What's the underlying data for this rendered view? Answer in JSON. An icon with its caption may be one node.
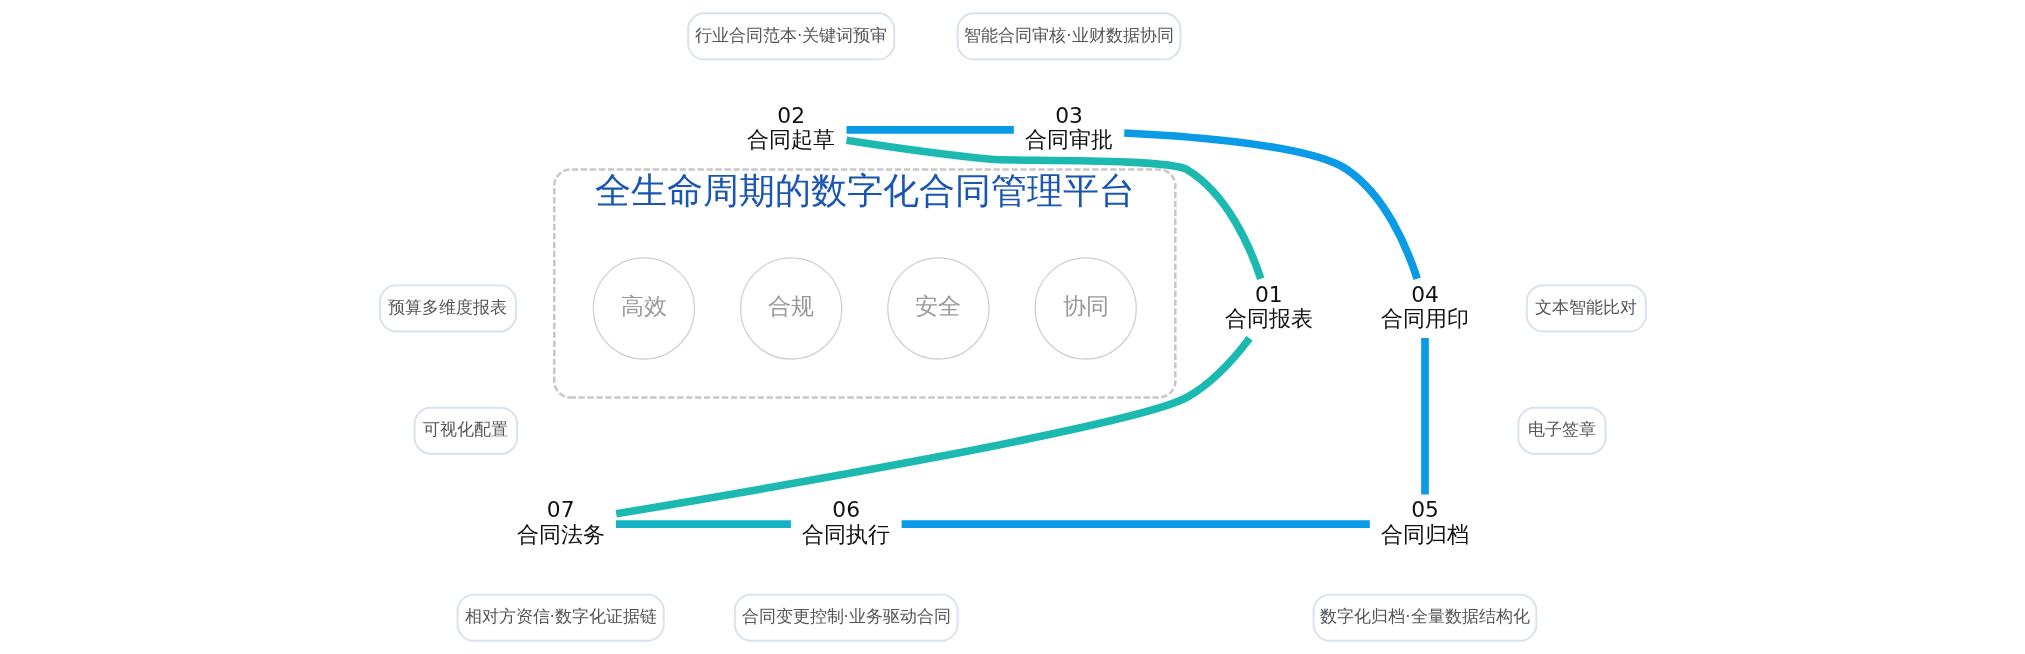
{
  "diagram": {
    "nodes": [
      {
        "text": [
          "行业合同范本·关键词预审"
        ]
      },
      {
        "text": [
          "智能合同审核·业财数据协同"
        ]
      },
      {
        "text": [
          "02",
          "合同起草"
        ]
      },
      {
        "text": [
          "03",
          "合同审批"
        ]
      },
      {
        "text": [
          "预算多维度报表"
        ]
      },
      {
        "text": [
          "可视化配置"
        ]
      },
      {
        "text": [
          "01",
          "合同报表"
        ]
      },
      {
        "text": [
          "全生命周期的数字化合同管理平台"
        ]
      },
      {
        "text": [
          "高效"
        ],
        "in": 7
      },
      {
        "text": [
          "合规"
        ],
        "in": 7
      },
      {
        "text": [
          "安全"
        ],
        "in": 7
      },
      {
        "text": [
          "协同"
        ],
        "in": 7
      },
      {
        "text": [
          "04",
          "合同用印"
        ]
      },
      {
        "text": [
          "文本智能比对"
        ]
      },
      {
        "text": [
          "电子签章"
        ]
      },
      {
        "text": [
          "07",
          "合同法务"
        ]
      },
      {
        "text": [
          "06",
          "合同执行"
        ]
      },
      {
        "text": [
          "05",
          "合同归档"
        ]
      },
      {
        "text": [
          "相对方资信·数字化证据链"
        ]
      },
      {
        "text": [
          "合同变更控制·业务驱动合同"
        ]
      },
      {
        "text": [
          "数字化归档·全量数据结构化"
        ]
      }
    ],
    "edges": [
      {
        "from": 6,
        "to": 2,
        "arrow": "none",
        "color": "#1bb9b0"
      },
      {
        "from": 2,
        "to": 3,
        "arrow": "none"
      },
      {
        "from": 3,
        "to": 12,
        "arrow": "none"
      },
      {
        "from": 12,
        "to": 17,
        "arrow": "none"
      },
      {
        "from": 17,
        "to": 16,
        "arrow": "none"
      },
      {
        "from": 16,
        "to": 15,
        "arrow": "none",
        "color": "#13b3c4"
      },
      {
        "from": 15,
        "to": 6,
        "arrow": "none",
        "color": "#1bb9b0"
      }
    ]
  }
}
